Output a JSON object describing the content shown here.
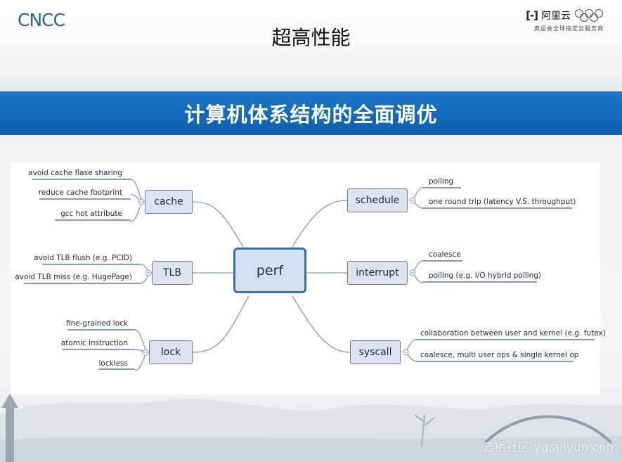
{
  "header": {
    "left_logo": "CNCC",
    "right_logo_mark": "[-]",
    "right_logo_text": "阿里云",
    "right_logo_sub": "奥运会全球指定云服务商",
    "title": "超高性能"
  },
  "banner": {
    "text": "计算机体系结构的全面调优"
  },
  "mindmap": {
    "root": "perf",
    "branches": [
      {
        "id": "cache",
        "label": "cache",
        "side": "left",
        "leaves": [
          "avoid cache flase sharing",
          "reduce cache footprint",
          "gcc hot attribute"
        ]
      },
      {
        "id": "tlb",
        "label": "TLB",
        "side": "left",
        "leaves": [
          "avoid TLB flush (e.g. PCID)",
          "avoid TLB miss (e.g. HugePage)"
        ]
      },
      {
        "id": "lock",
        "label": "lock",
        "side": "left",
        "leaves": [
          "fine-grained lock",
          "atomic instruction",
          "lockless"
        ]
      },
      {
        "id": "schedule",
        "label": "schedule",
        "side": "right",
        "leaves": [
          "polling",
          "one round trip (latency V.S. throughput)"
        ]
      },
      {
        "id": "interrupt",
        "label": "interrupt",
        "side": "right",
        "leaves": [
          "coalesce",
          "polling (e.g. I/O hybrid polling)"
        ]
      },
      {
        "id": "syscall",
        "label": "syscall",
        "side": "right",
        "leaves": [
          "collaboration between user and kernel (e.g. futex)",
          "coalesce, multi user ops & single kernel op"
        ]
      }
    ]
  },
  "footer": {
    "watermark": "云栖社区 yq.aliyun.com"
  },
  "colors": {
    "banner": "#1566b8",
    "node_border": "#5d7ea3",
    "root_border": "#3a6fb7",
    "line": "#7f9fc0"
  }
}
